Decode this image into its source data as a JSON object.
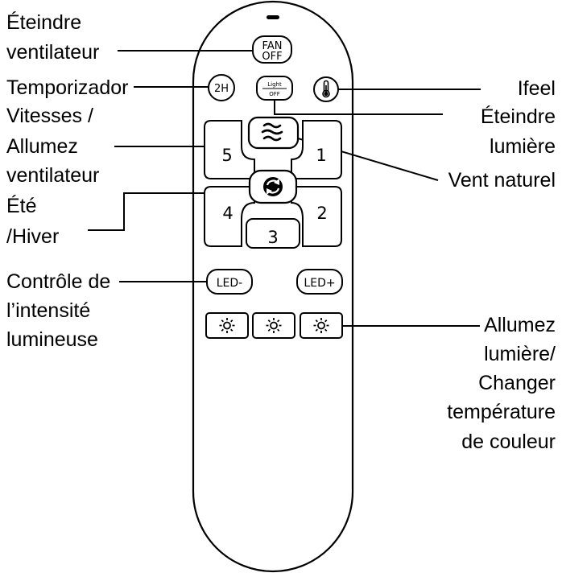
{
  "labels": {
    "fan_off": [
      "Éteindre",
      "ventilateur"
    ],
    "timer": "Temporizador",
    "speeds": [
      "Vitesses /",
      "Allumez",
      "ventilateur"
    ],
    "summer_winter": [
      "Été",
      "/Hiver"
    ],
    "dimmer": [
      "Contrôle de",
      "l’intensité",
      "lumineuse"
    ],
    "ifeel": "Ifeel",
    "light_off": [
      "Éteindre",
      "lumière"
    ],
    "natural_wind": "Vent naturel",
    "light_on": [
      "Allumez",
      "lumière/",
      "Changer",
      "température",
      "de couleur"
    ]
  },
  "buttons": {
    "fan_off": [
      "FAN",
      "OFF"
    ],
    "timer": "2H",
    "light_off": [
      "Light",
      "OFF"
    ],
    "speeds": {
      "s1": "1",
      "s2": "2",
      "s3": "3",
      "s4": "4",
      "s5": "5"
    },
    "led_minus": "LED-",
    "led_plus": "LED+"
  },
  "icons": {
    "ifeel": "thermometer-icon",
    "natural_wind": "wind-waves-icon",
    "summer_winter": "rotate-arrows-icon",
    "light": "sun-icon"
  }
}
